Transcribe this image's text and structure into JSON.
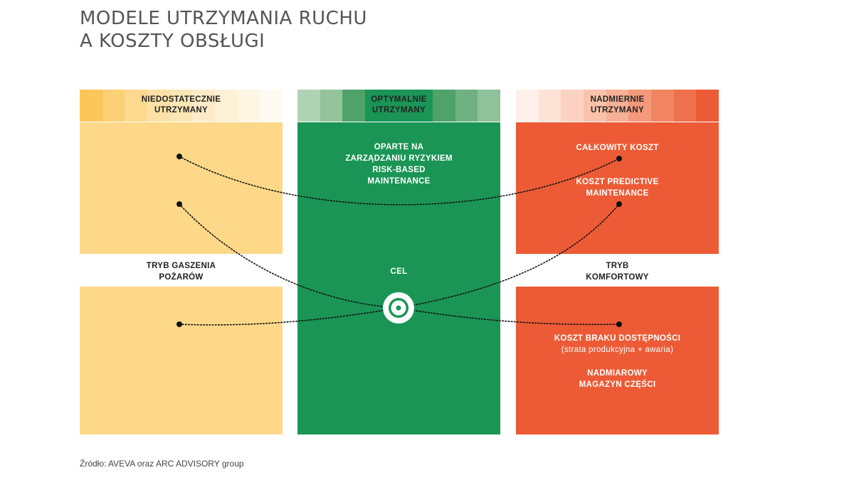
{
  "title": {
    "line1": "MODELE UTRZYMANIA RUCHU",
    "line2": "A KOSZTY OBSŁUGI"
  },
  "columns": {
    "left": {
      "header_line1": "NIEDOSTATECZNIE",
      "header_line2": "UTRZYMANY",
      "header_strip_colors": [
        "#fcc658",
        "#fcd075",
        "#fdd98f",
        "#fde0a5",
        "#fde6b6",
        "#feecc8",
        "#fef1d6",
        "#fef5e3",
        "#fffaf1"
      ],
      "color": "#fdd889",
      "middle_line1": "TRYB GASZENIA",
      "middle_line2": "POŻARÓW"
    },
    "center": {
      "header_line1": "OPTYMALNIE",
      "header_line2": "UTRZYMANY",
      "header_strip_colors": [
        "#b0d2b4",
        "#92c39b",
        "#4fa26a",
        "#1a9556",
        "#1a9556",
        "#1a9556",
        "#4fa26a",
        "#6fb182",
        "#8fc19a"
      ],
      "color": "#1a9556",
      "top_line1": "OPARTE NA",
      "top_line2": "ZARZĄDZANIU RYZYKIEM",
      "top_line3": "RISK-BASED",
      "top_line4": "MAINTENANCE",
      "target_label": "CEL"
    },
    "right": {
      "header_line1": "NADMIERNIE",
      "header_line2": "UTRZYMANY",
      "header_strip_colors": [
        "#fef0ea",
        "#fde2d6",
        "#fbd2c1",
        "#f9c2ab",
        "#f7b096",
        "#f49a7b",
        "#f18562",
        "#ee704c",
        "#ec5b36"
      ],
      "color": "#ec5b36",
      "total_cost": "CAŁKOWITY KOSZT",
      "predictive_line1": "KOSZT PREDICTIVE",
      "predictive_line2": "MAINTENANCE",
      "middle_line1": "TRYB",
      "middle_line2": "KOMFORTOWY",
      "downtime_line1": "KOSZT BRAKU DOSTĘPNOŚCI",
      "downtime_line2": "(strata produkcyjna + awaria)",
      "inventory_line1": "NADMIAROWY",
      "inventory_line2": "MAGAZYN CZĘŚCI"
    }
  },
  "source": "Źródło: AVEVA oraz ARC ADVISORY group"
}
